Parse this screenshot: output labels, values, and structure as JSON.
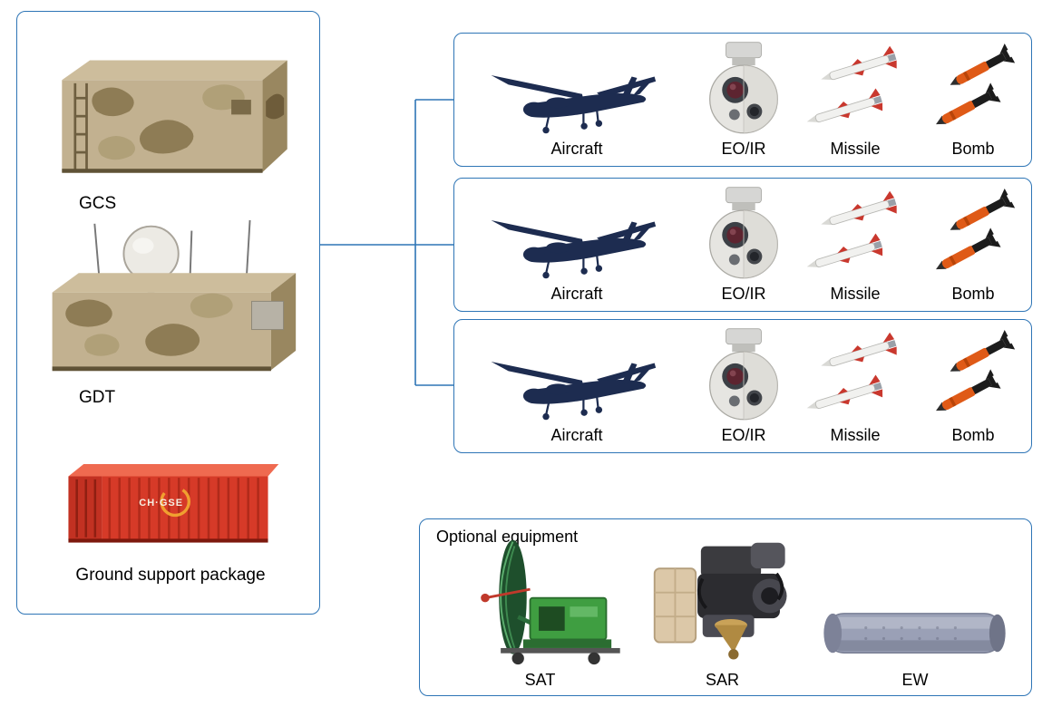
{
  "colors": {
    "box_border": "#2e75b6",
    "connector": "#2e75b6",
    "aircraft_silhouette": "#1d2c50",
    "gsp_container": "#d63a28"
  },
  "ground_segment": {
    "gcs_label": "GCS",
    "gdt_label": "GDT",
    "gsp_label": "Ground support package",
    "gsp_logo": "CH·GSE"
  },
  "uav_rows": [
    {
      "aircraft": "Aircraft",
      "eoir": "EO/IR",
      "missile": "Missile",
      "bomb": "Bomb"
    },
    {
      "aircraft": "Aircraft",
      "eoir": "EO/IR",
      "missile": "Missile",
      "bomb": "Bomb"
    },
    {
      "aircraft": "Aircraft",
      "eoir": "EO/IR",
      "missile": "Missile",
      "bomb": "Bomb"
    }
  ],
  "optional": {
    "title": "Optional equipment",
    "sat_label": "SAT",
    "sar_label": "SAR",
    "ew_label": "EW"
  }
}
